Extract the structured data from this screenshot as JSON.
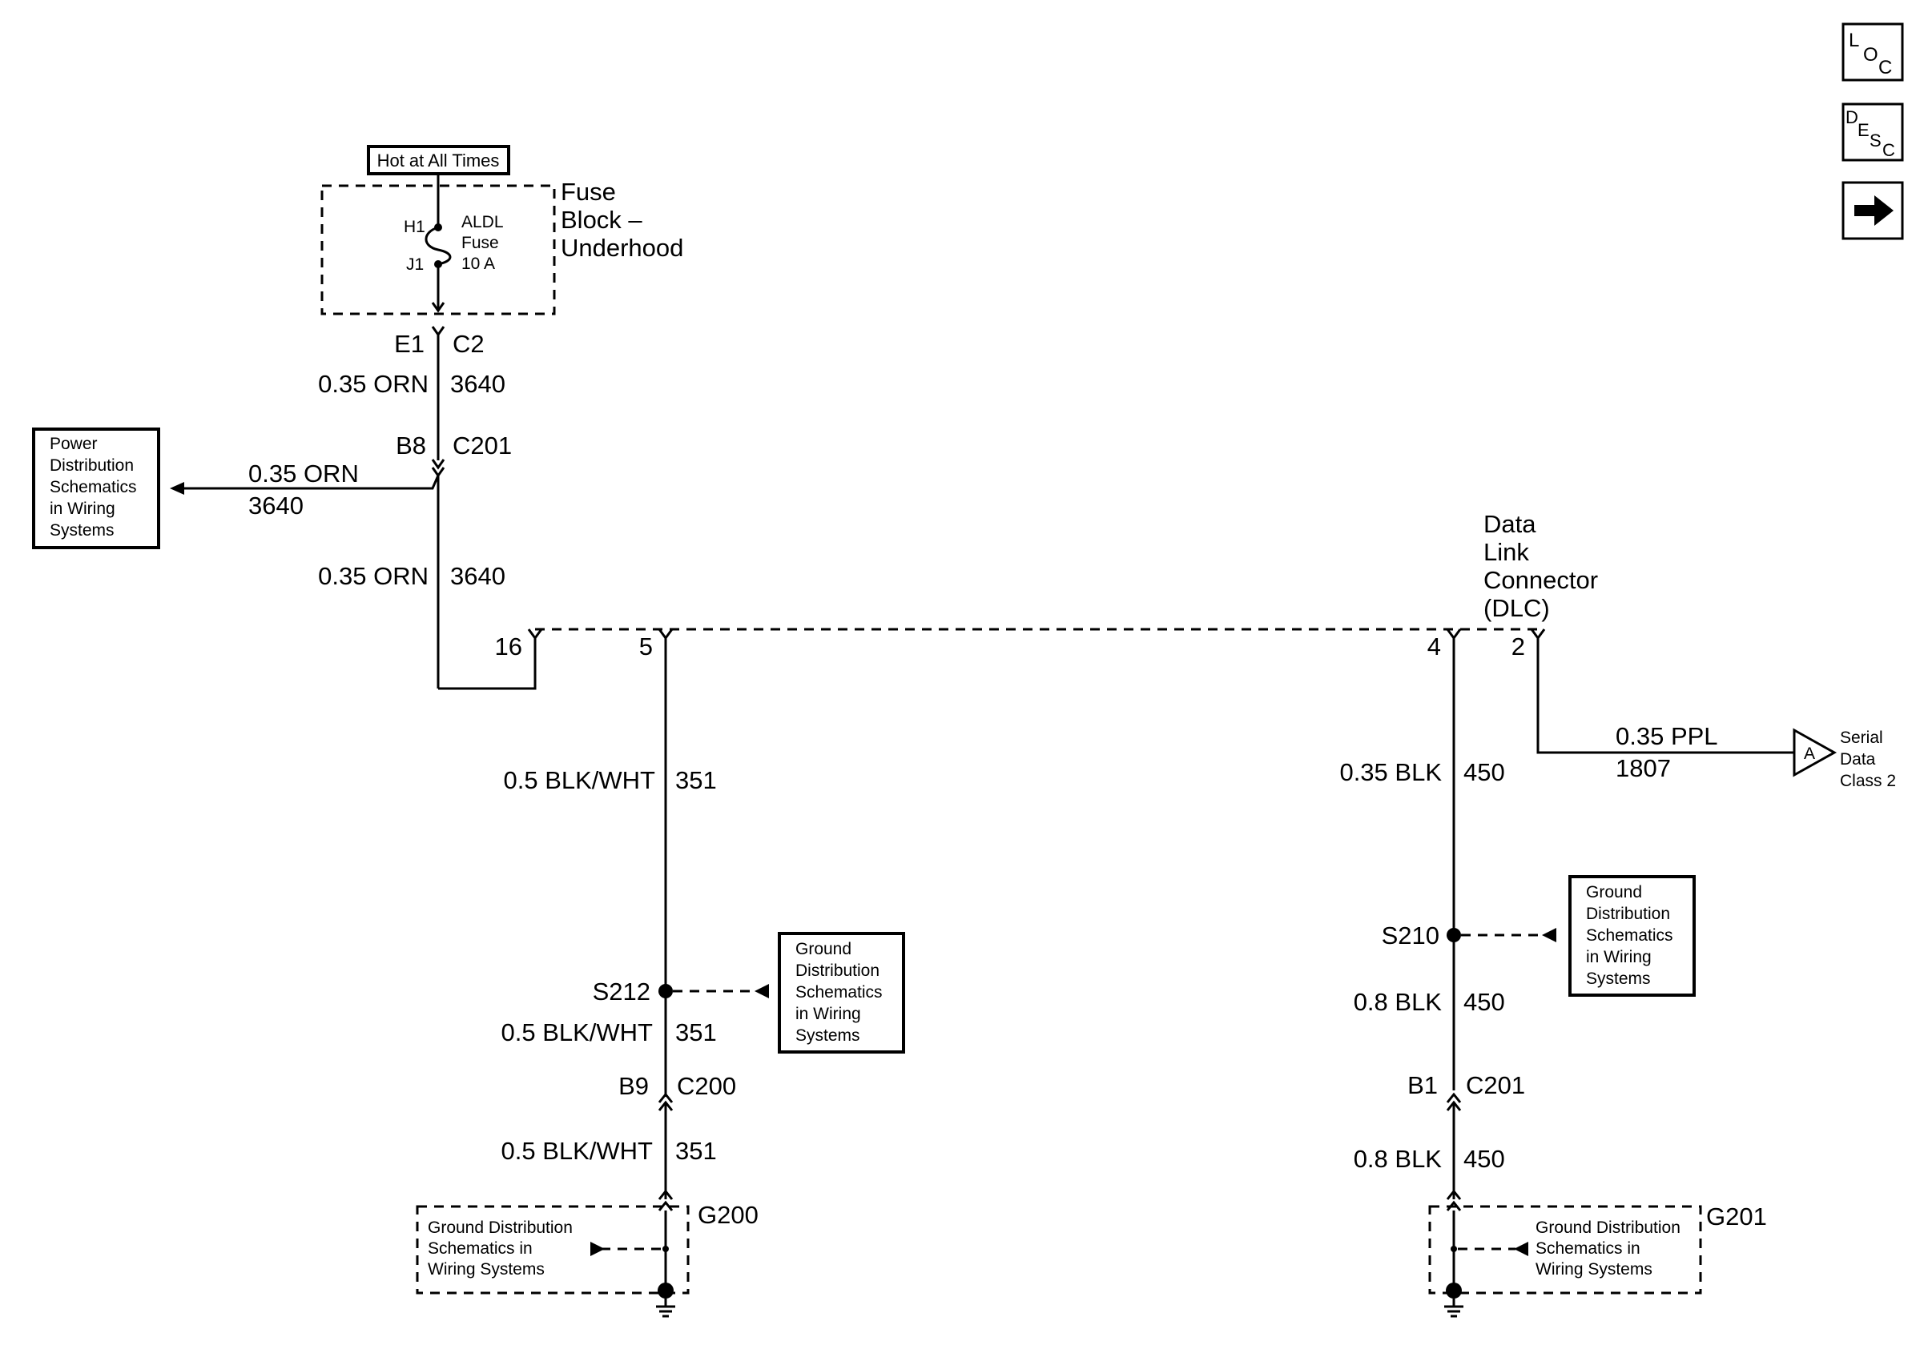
{
  "nav": {
    "loc": {
      "l": "L",
      "o": "O",
      "c": "C"
    },
    "desc": {
      "d": "D",
      "e": "E",
      "s": "S",
      "c": "C"
    }
  },
  "fuse": {
    "hot_label": "Hot at All Times",
    "block_label": [
      "Fuse",
      "Block –",
      "Underhood"
    ],
    "term_top": "H1",
    "term_bottom": "J1",
    "fuse_label": [
      "ALDL",
      "Fuse",
      "10 A"
    ]
  },
  "conn_top": {
    "pin": "E1",
    "name": "C2"
  },
  "wire_1": {
    "gauge": "0.35 ORN",
    "circuit": "3640"
  },
  "conn_c201_top": {
    "pin": "B8",
    "name": "C201"
  },
  "branch_wire": {
    "gauge": "0.35 ORN",
    "circuit": "3640"
  },
  "power_ref": [
    "Power",
    "Distribution",
    "Schematics",
    "in Wiring",
    "Systems"
  ],
  "wire_2": {
    "gauge": "0.35 ORN",
    "circuit": "3640"
  },
  "dlc": {
    "label": [
      "Data",
      "Link",
      "Connector",
      "(DLC)"
    ],
    "pins": {
      "p16": "16",
      "p5": "5",
      "p4": "4",
      "p2": "2"
    }
  },
  "left_ground": {
    "wire_a": {
      "gauge": "0.5 BLK/WHT",
      "circuit": "351"
    },
    "splice": "S212",
    "ref": [
      "Ground",
      "Distribution",
      "Schematics",
      "in Wiring",
      "Systems"
    ],
    "wire_b": {
      "gauge": "0.5 BLK/WHT",
      "circuit": "351"
    },
    "conn": {
      "pin": "B9",
      "name": "C200"
    },
    "wire_c": {
      "gauge": "0.5 BLK/WHT",
      "circuit": "351"
    },
    "ground": "G200",
    "ground_ref": [
      "Ground Distribution",
      "Schematics in",
      "Wiring Systems"
    ]
  },
  "right_ground": {
    "wire_a": {
      "gauge": "0.35 BLK",
      "circuit": "450"
    },
    "splice": "S210",
    "ref": [
      "Ground",
      "Distribution",
      "Schematics",
      "in Wiring",
      "Systems"
    ],
    "wire_b": {
      "gauge": "0.8 BLK",
      "circuit": "450"
    },
    "conn": {
      "pin": "B1",
      "name": "C201"
    },
    "wire_c": {
      "gauge": "0.8 BLK",
      "circuit": "450"
    },
    "ground": "G201",
    "ground_ref": [
      "Ground Distribution",
      "Schematics in",
      "Wiring Systems"
    ]
  },
  "serial": {
    "wire": {
      "gauge": "0.35 PPL",
      "circuit": "1807"
    },
    "marker": "A",
    "label": [
      "Serial",
      "Data",
      "Class 2"
    ]
  }
}
